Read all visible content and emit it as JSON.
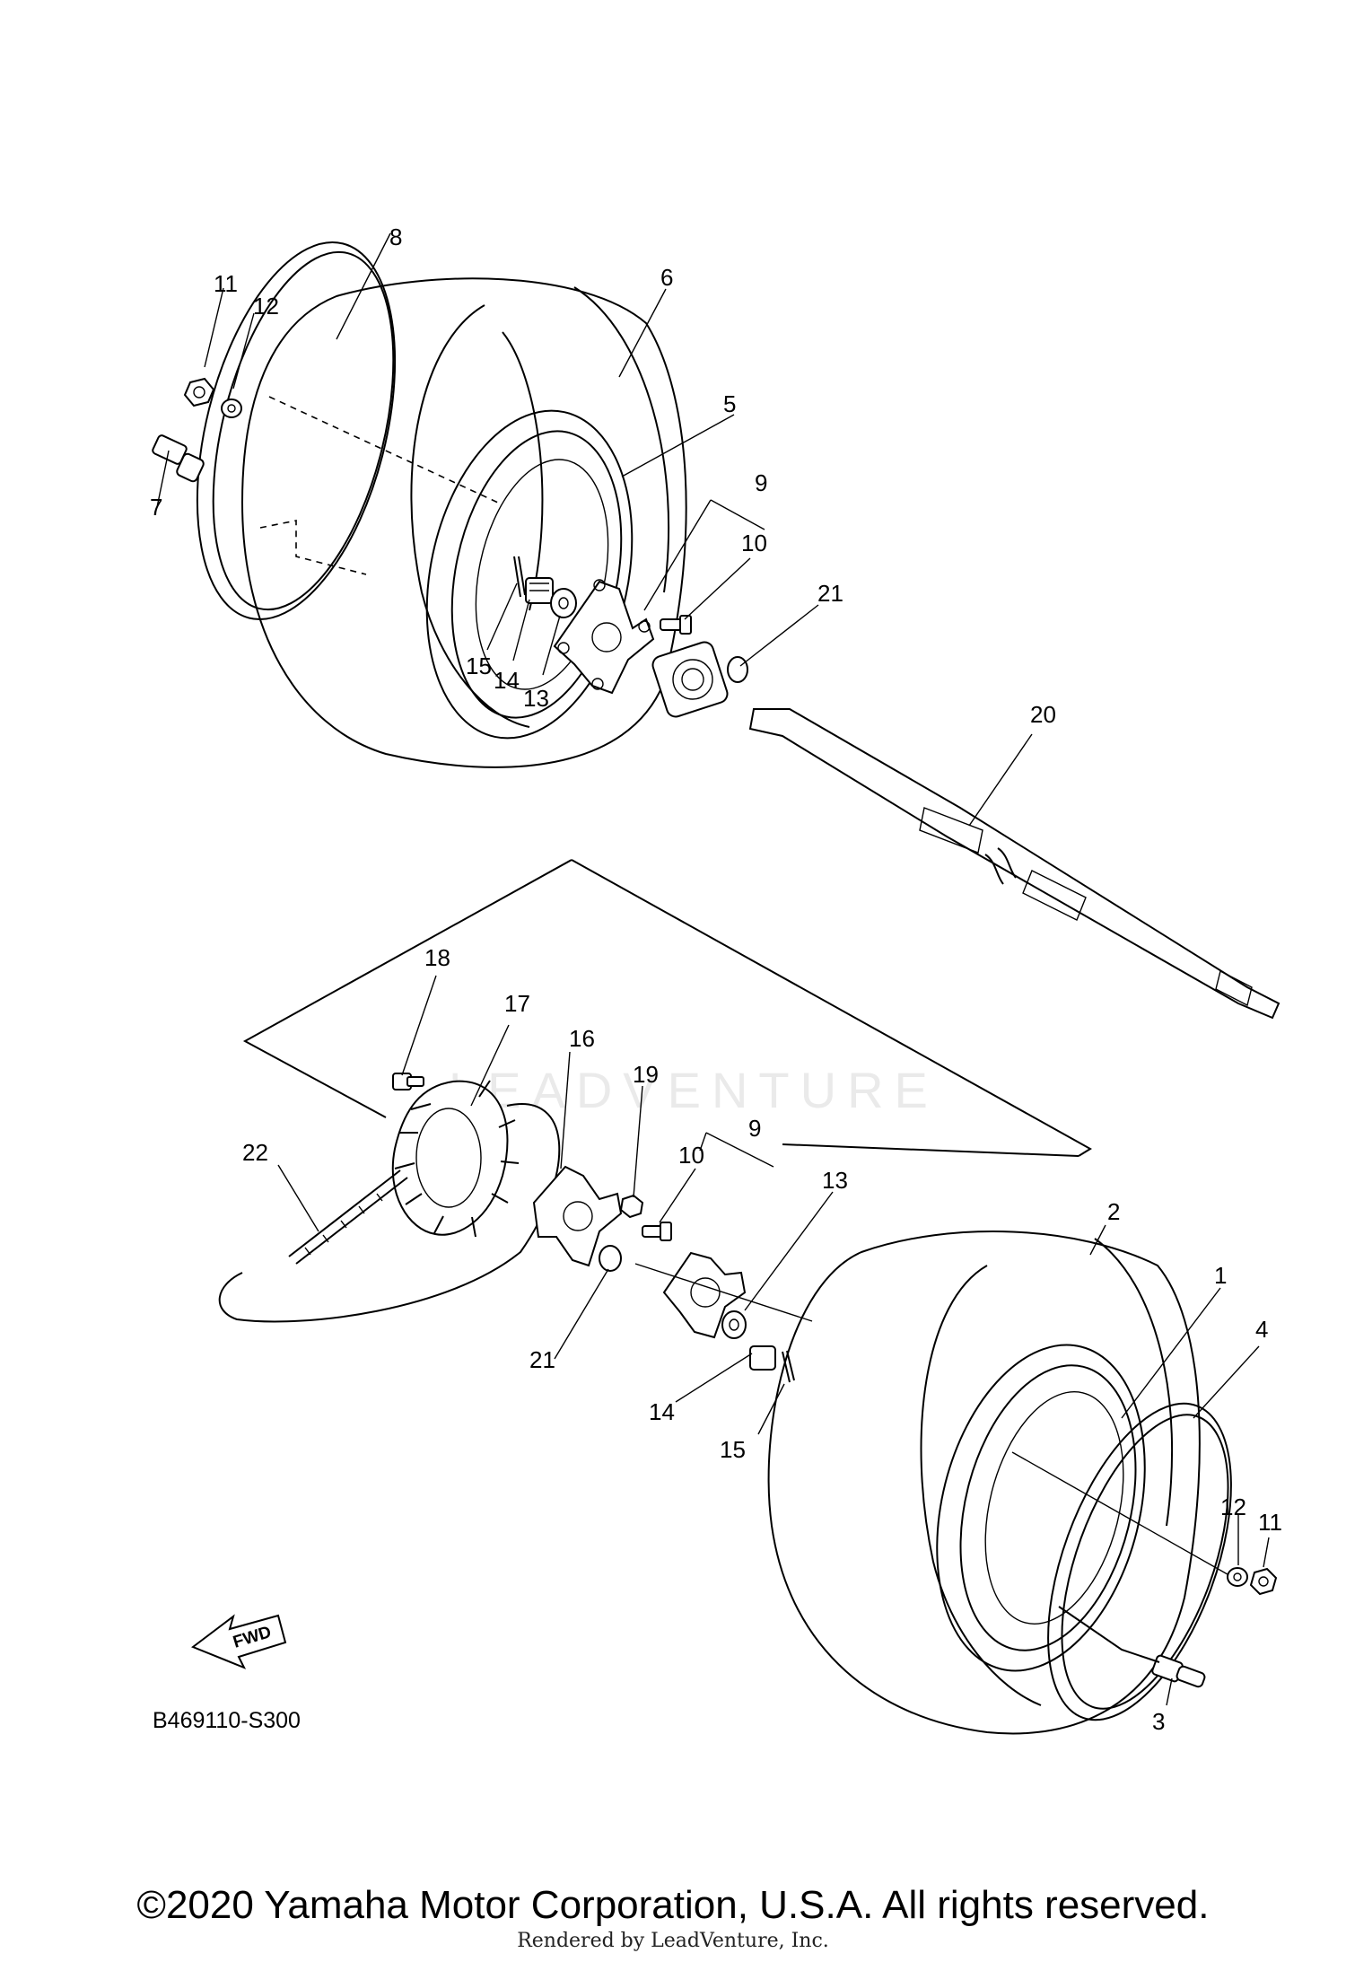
{
  "diagram_code": "B469110-S300",
  "fwd_label": "FWD",
  "watermark_text": "LEADVENTURE",
  "copyright": "©2020 Yamaha Motor Corporation, U.S.A. All rights reserved.",
  "rendered_by": "Rendered by LeadVenture, Inc.",
  "callouts": {
    "c1": "1",
    "c2": "2",
    "c3": "3",
    "c4": "4",
    "c5": "5",
    "c6": "6",
    "c7": "7",
    "c8": "8",
    "c9a": "9",
    "c9b": "9",
    "c10a": "10",
    "c10b": "10",
    "c11a": "11",
    "c11b": "11",
    "c12a": "12",
    "c12b": "12",
    "c13a": "13",
    "c13b": "13",
    "c14a": "14",
    "c14b": "14",
    "c15a": "15",
    "c15b": "15",
    "c16": "16",
    "c17": "17",
    "c18": "18",
    "c19": "19",
    "c20": "20",
    "c21a": "21",
    "c21b": "21",
    "c22": "22"
  }
}
